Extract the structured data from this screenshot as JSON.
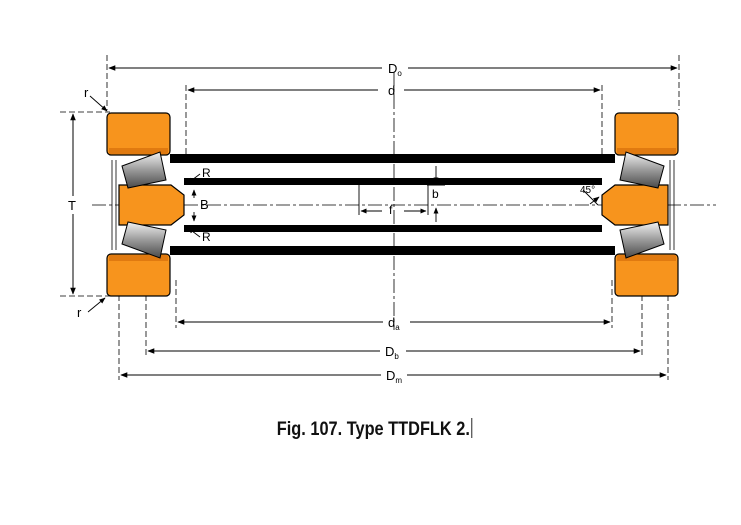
{
  "figure": {
    "caption": "Fig. 107. Type TTDFLK 2.",
    "colors": {
      "ring": "#F7941D",
      "ring_dark": "#E07A10",
      "line": "#000000",
      "roller_light": "#E8E8E8",
      "roller_dark": "#6E6E6E"
    }
  },
  "labels": {
    "d_outer_main": "D",
    "d_outer_sub": "o",
    "d_bore": "d",
    "r_top": "r",
    "r_bottom": "r",
    "height": "T",
    "width_b": "B",
    "radius_upper": "R",
    "radius_lower": "R",
    "dim_b": "b",
    "dim_f": "f",
    "angle": "45°",
    "da_main": "d",
    "da_sub": "a",
    "db_main": "D",
    "db_sub": "b",
    "dm_main": "D",
    "dm_sub": "m"
  }
}
